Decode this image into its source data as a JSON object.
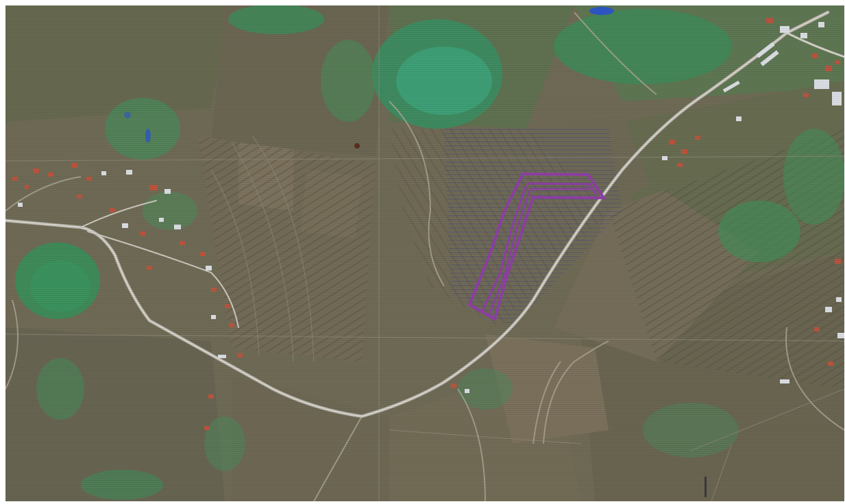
{
  "map": {
    "type": "satellite-image",
    "colors": {
      "terrain": "#6f6a55",
      "terrain_dark": "#5f5b48",
      "vegetation": "#3f8a58",
      "vegetation_bright": "#3fa27a",
      "road": "#c9c6bd",
      "road_edge": "#9f9c92",
      "parcel_outline": "#8e3fa6",
      "roof": "#b9543e",
      "building": "#dadde2",
      "water": "#2d56c4"
    },
    "icons": [
      "village-west",
      "village-northeast",
      "village-east",
      "field-parcel-outline"
    ]
  }
}
